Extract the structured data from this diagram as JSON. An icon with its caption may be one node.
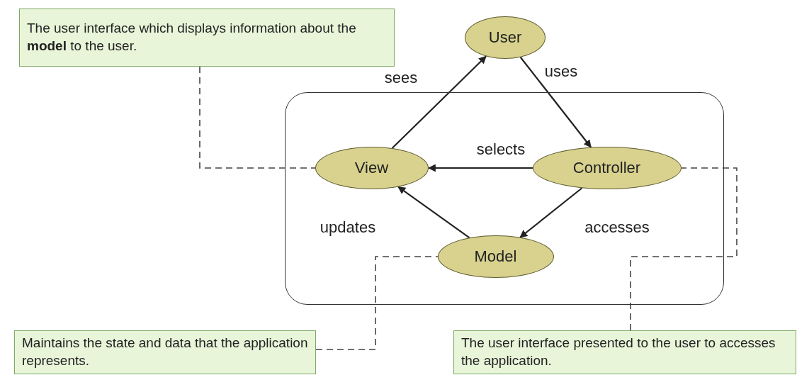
{
  "diagram": {
    "nodes": [
      {
        "text": [
          "The user interface which displays information about the **model** to the user."
        ]
      },
      {
        "text": [
          "User"
        ]
      },
      {
        "text": [],
        "shape": "box"
      },
      {
        "text": [
          "View"
        ],
        "in": 2
      },
      {
        "text": [
          "Controller"
        ],
        "in": 2
      },
      {
        "text": [
          "Model"
        ],
        "in": 2
      },
      {
        "text": [
          "Maintains the state and data that the application represents."
        ]
      },
      {
        "text": [
          "The user interface presented to the user to accesses the application."
        ]
      }
    ],
    "edges": [
      {
        "from": 3,
        "to": 1,
        "arrow": "to",
        "label": "sees"
      },
      {
        "from": 1,
        "to": 4,
        "arrow": "to",
        "label": "uses"
      },
      {
        "from": 4,
        "to": 3,
        "arrow": "to",
        "label": "selects"
      },
      {
        "from": 4,
        "to": 5,
        "arrow": "to",
        "label": "accesses"
      },
      {
        "from": 5,
        "to": 3,
        "arrow": "to",
        "label": "updates"
      },
      {
        "from": 0,
        "to": 3,
        "arrow": "none",
        "style": "dashed"
      },
      {
        "from": 6,
        "to": 5,
        "arrow": "none",
        "style": "dashed"
      },
      {
        "from": 7,
        "to": 4,
        "arrow": "none",
        "style": "dashed"
      }
    ]
  }
}
